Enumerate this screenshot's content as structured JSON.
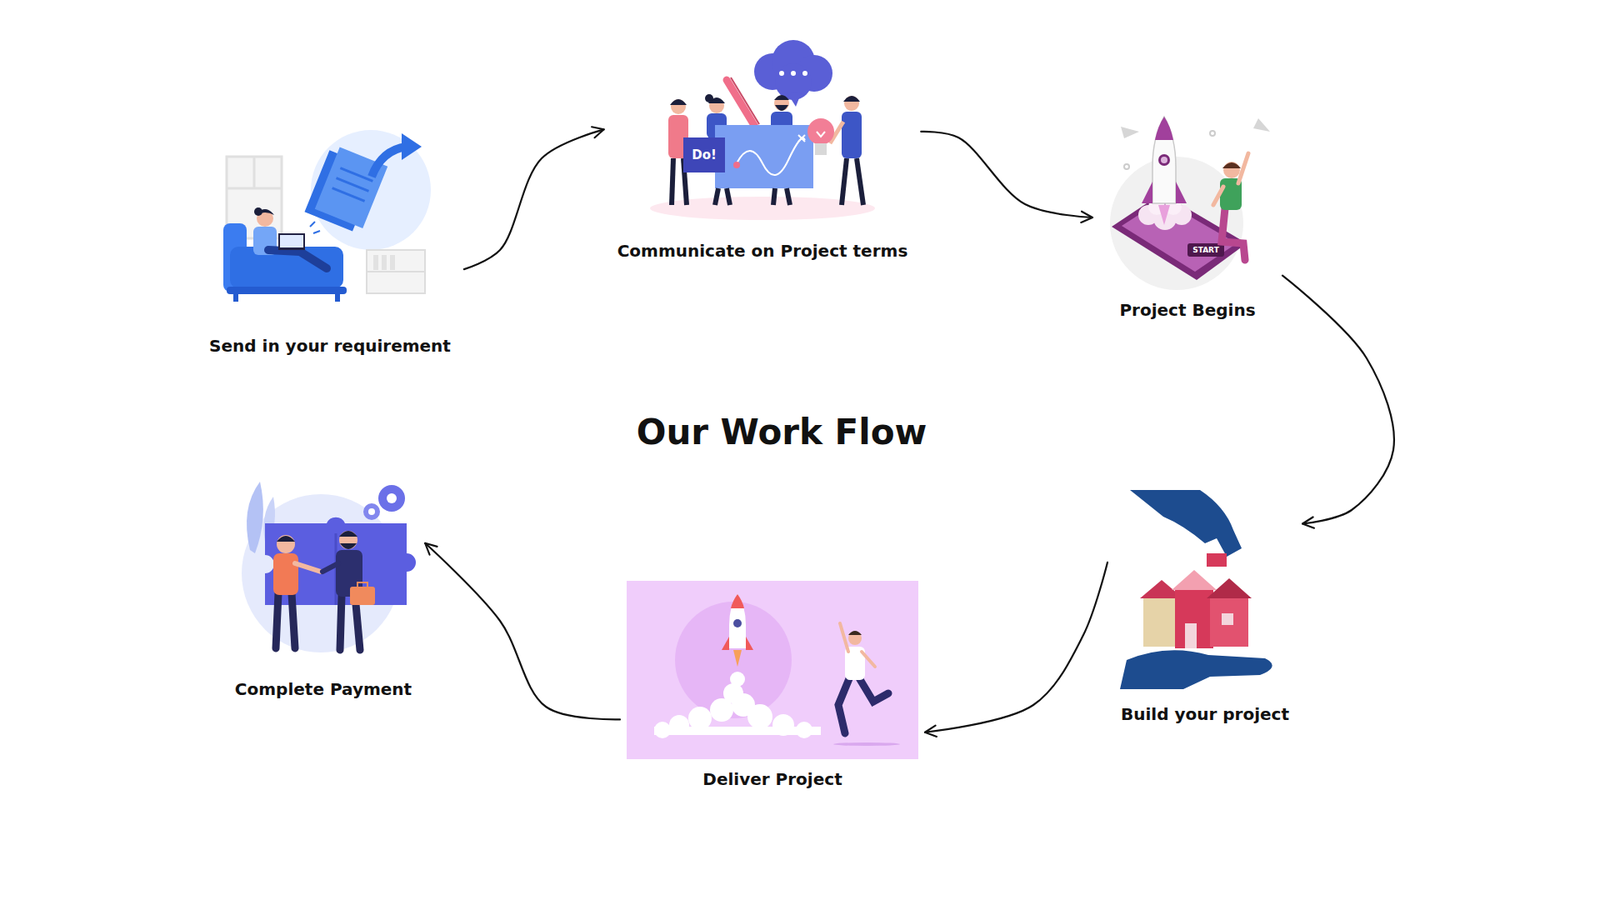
{
  "diagram": {
    "title": "Our Work Flow",
    "nodes": [
      {
        "text": [
          "Send in your requirement"
        ]
      },
      {
        "text": [
          "Communicate on Project terms"
        ]
      },
      {
        "text": [
          "Project Begins"
        ]
      },
      {
        "text": [
          "Build your project"
        ]
      },
      {
        "text": [
          "Deliver Project"
        ]
      },
      {
        "text": [
          "Complete Payment"
        ]
      }
    ],
    "edges": [
      {
        "from": 0,
        "to": 1,
        "arrow": "to"
      },
      {
        "from": 1,
        "to": 2,
        "arrow": "to"
      },
      {
        "from": 2,
        "to": 3,
        "arrow": "to"
      },
      {
        "from": 3,
        "to": 4,
        "arrow": "to"
      },
      {
        "from": 4,
        "to": 5,
        "arrow": "to"
      }
    ],
    "labels": [
      "Do!",
      "START"
    ]
  }
}
